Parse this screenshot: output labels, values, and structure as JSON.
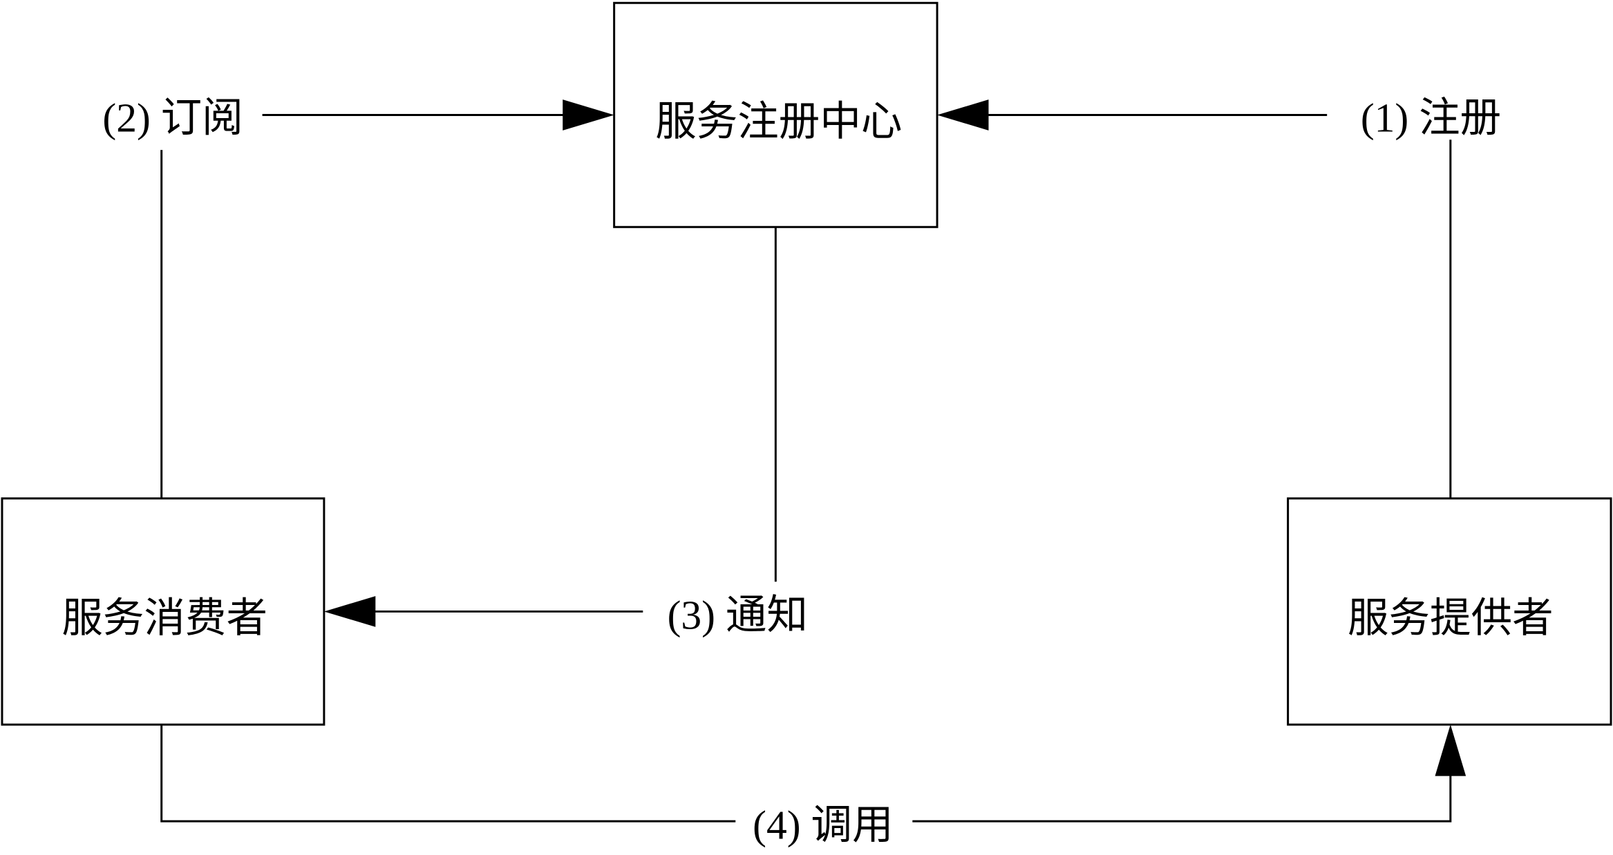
{
  "nodes": {
    "registry": "服务注册中心",
    "consumer": "服务消费者",
    "provider": "服务提供者"
  },
  "edges": {
    "register": "(1) 注册",
    "subscribe": "(2) 订阅",
    "notify": "(3) 通知",
    "invoke": "(4) 调用"
  }
}
